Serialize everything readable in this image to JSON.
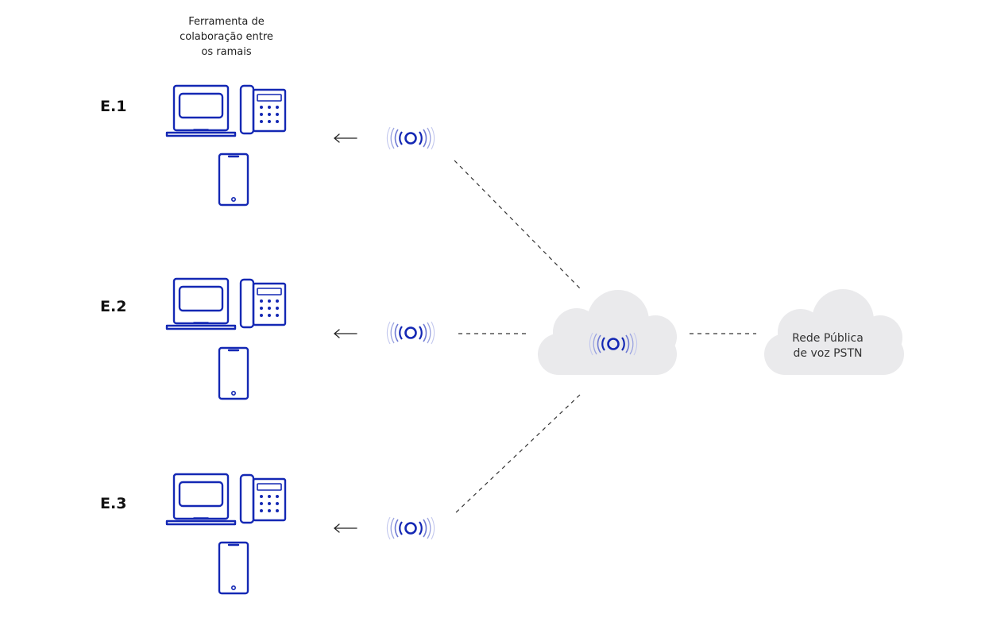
{
  "caption": {
    "line1": "Ferramenta de",
    "line2": "colaboração entre",
    "line3": "os ramais"
  },
  "extensions": [
    {
      "label": "E.1"
    },
    {
      "label": "E.2"
    },
    {
      "label": "E.3"
    }
  ],
  "pstn": {
    "line1": "Rede Pública",
    "line2": "de voz PSTN"
  },
  "colors": {
    "device_blue": "#1428b4",
    "cloud_grey": "#eaeaec",
    "signal_fade": "#9aa3e0"
  },
  "icons": {
    "laptop": "laptop-icon",
    "desk_phone": "desk-phone-icon",
    "mobile": "mobile-phone-icon",
    "signal": "wireless-signal-icon",
    "arrow": "arrow-left-icon",
    "cloud": "cloud-icon"
  }
}
